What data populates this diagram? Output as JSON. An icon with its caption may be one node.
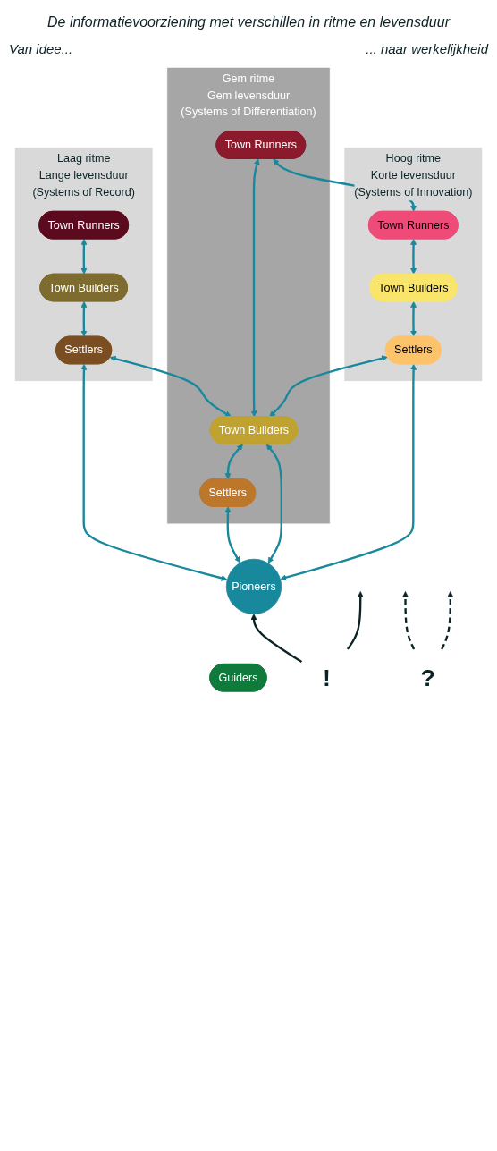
{
  "diagram": {
    "title": "De informatievoorziening met verschillen in ritme en levensduur",
    "nodes": [
      {
        "text": [
          "Guiders"
        ]
      },
      {
        "text": [
          "!"
        ]
      },
      {
        "text": [
          "?"
        ]
      },
      {
        "text": [
          "Pioneers"
        ]
      },
      {
        "text": [
          "Hoog ritme",
          "Korte levensduur",
          "(Systems of Innovation)"
        ]
      },
      {
        "text": [
          "Settlers"
        ],
        "in": 4
      },
      {
        "text": [
          "Town Builders"
        ],
        "in": 4
      },
      {
        "text": [
          "Town Runners"
        ],
        "in": 4
      },
      {
        "text": [
          "Gem ritme",
          "Gem levensduur",
          "(Systems of Differentiation)"
        ]
      },
      {
        "text": [
          "Settlers"
        ],
        "in": 8
      },
      {
        "text": [
          "Town Builders"
        ],
        "in": 8
      },
      {
        "text": [
          "Town Runners"
        ],
        "in": 8
      },
      {
        "text": [
          "Laag ritme",
          "Lange levensduur",
          "(Systems of Record)"
        ]
      },
      {
        "text": [
          "Settlers"
        ],
        "in": 12
      },
      {
        "text": [
          "Town Builders"
        ],
        "in": 12
      },
      {
        "text": [
          "Town Runners"
        ],
        "in": 12
      }
    ],
    "edges": [
      {
        "from": 1,
        "to": 3,
        "arrow": "to",
        "color": "#0b2326"
      },
      {
        "from": 1,
        "to": null,
        "arrow": "to",
        "color": "#0b2326"
      },
      {
        "from": 2,
        "to": null,
        "arrow": "to",
        "style": "dashed",
        "color": "#0b2326"
      },
      {
        "from": 2,
        "to": null,
        "arrow": "to",
        "style": "dashed",
        "color": "#0b2326"
      },
      {
        "from": 3,
        "to": 5,
        "arrow": "both"
      },
      {
        "from": 5,
        "to": 6,
        "arrow": "both"
      },
      {
        "from": 6,
        "to": 7,
        "arrow": "both"
      },
      {
        "from": 3,
        "to": 9,
        "arrow": "both"
      },
      {
        "from": 9,
        "to": 10,
        "arrow": "both"
      },
      {
        "from": 10,
        "to": 11,
        "arrow": "both"
      },
      {
        "from": 3,
        "to": 13,
        "arrow": "both"
      },
      {
        "from": 13,
        "to": 14,
        "arrow": "both"
      },
      {
        "from": 14,
        "to": 15,
        "arrow": "both"
      },
      {
        "from": 10,
        "to": 5,
        "arrow": "both"
      },
      {
        "from": 10,
        "to": 3,
        "arrow": "both"
      },
      {
        "from": 10,
        "to": 13,
        "arrow": "both"
      },
      {
        "from": 7,
        "to": 11,
        "arrow": "both"
      }
    ],
    "labels": [
      "Van idee...",
      "... naar werkelijkheid"
    ]
  }
}
